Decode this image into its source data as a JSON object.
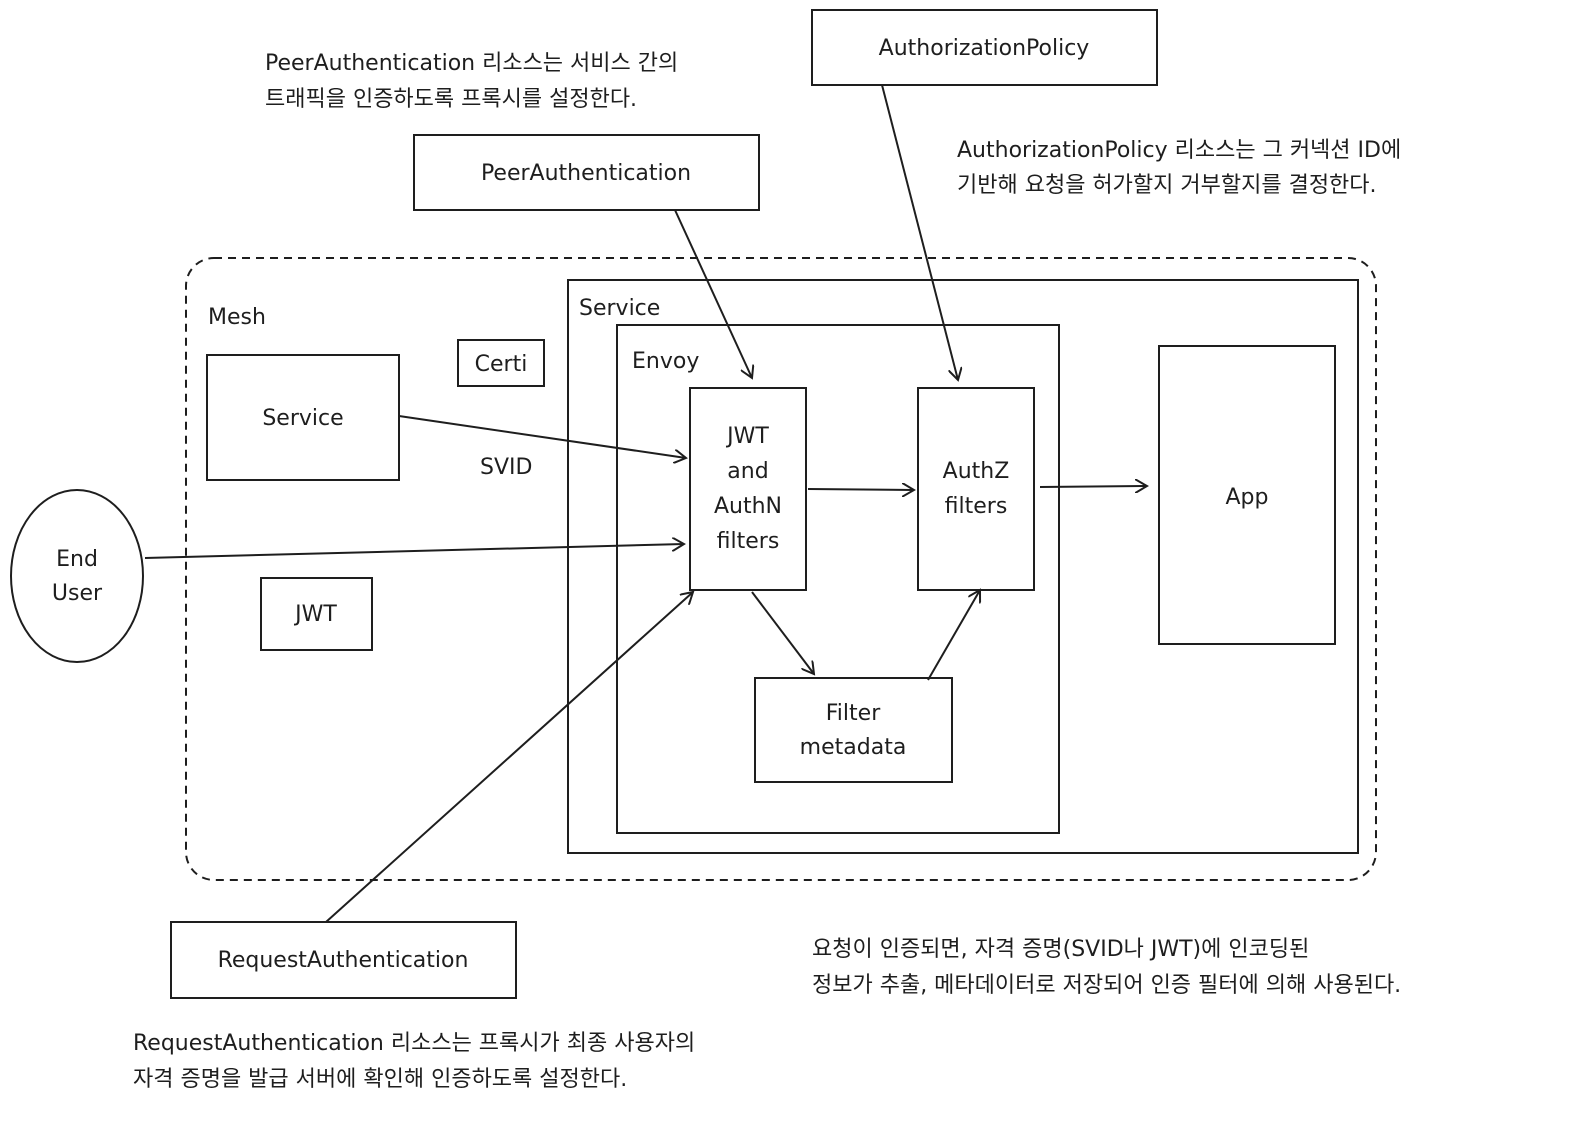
{
  "notes": {
    "peer_note": [
      "PeerAuthentication 리소스는 서비스 간의",
      "트래픽을 인증하도록 프록시를 설정한다."
    ],
    "authz_note": [
      "AuthorizationPolicy 리소스는 그 커넥션 ID에",
      "기반해 요청을 허가할지 거부할지를 결정한다."
    ],
    "metadata_note": [
      "요청이 인증되면,  자격 증명(SVID나 JWT)에 인코딩된",
      "정보가 추출, 메타데이터로 저장되어 인증 필터에 의해 사용된다."
    ],
    "request_note": [
      "RequestAuthentication 리소스는 프록시가 최종 사용자의",
      "자격 증명을 발급 서버에 확인해 인증하도록 설정한다."
    ]
  },
  "boxes": {
    "peer_authentication": "PeerAuthentication",
    "authorization_policy": "AuthorizationPolicy",
    "request_authentication": "RequestAuthentication",
    "mesh": "Mesh",
    "service_left": "Service",
    "certi": "Certi",
    "svid": "SVID",
    "jwt": "JWT",
    "end_user": [
      "End",
      "User"
    ],
    "service_container": "Service",
    "envoy": "Envoy",
    "jwt_filters": [
      "JWT",
      "and",
      "AuthN",
      "filters"
    ],
    "authz_filters": [
      "AuthZ",
      "filters"
    ],
    "app": "App",
    "filter_metadata": [
      "Filter",
      "metadata"
    ]
  }
}
